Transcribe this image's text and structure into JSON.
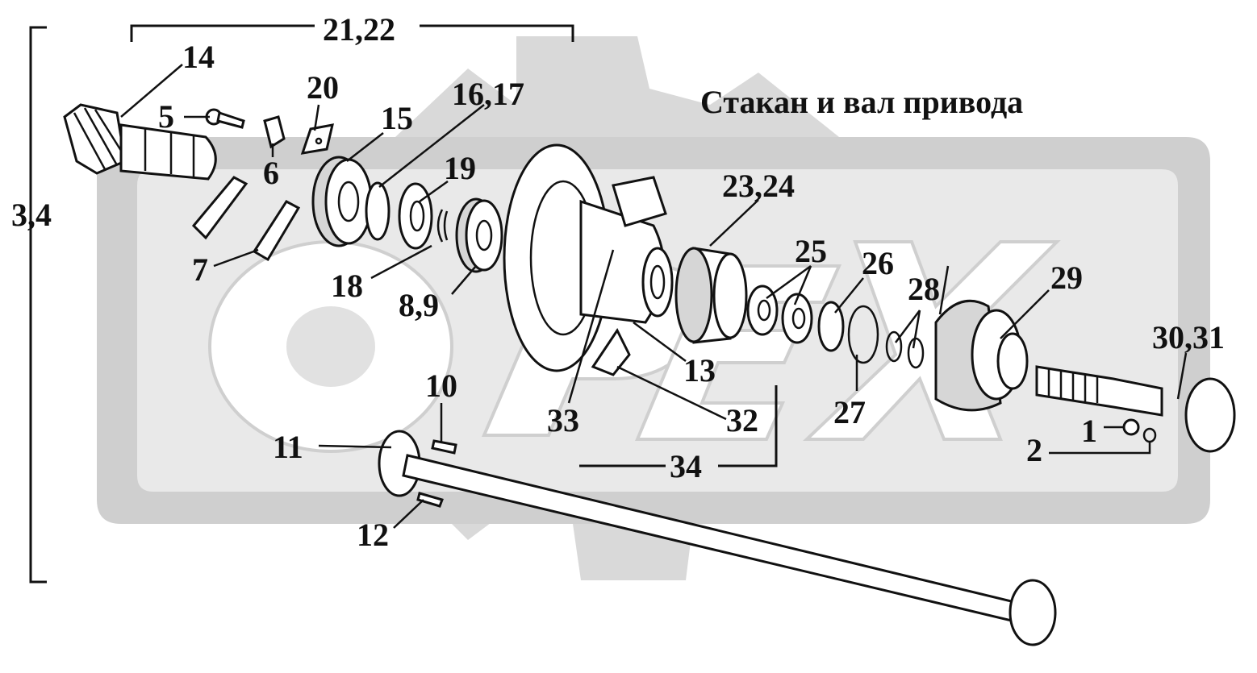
{
  "title": "Стакан и вал привода",
  "labels": {
    "l_3_4": "3,4",
    "l_21_22": "21,22",
    "l_14": "14",
    "l_5": "5",
    "l_20": "20",
    "l_15": "15",
    "l_16_17": "16,17",
    "l_19": "19",
    "l_6": "6",
    "l_7": "7",
    "l_18": "18",
    "l_8_9": "8,9",
    "l_23_24": "23,24",
    "l_25": "25",
    "l_26": "26",
    "l_28": "28",
    "l_29": "29",
    "l_30_31": "30,31",
    "l_13": "13",
    "l_33": "33",
    "l_32": "32",
    "l_27": "27",
    "l_10": "10",
    "l_11": "11",
    "l_12": "12",
    "l_34": "34",
    "l_1": "1",
    "l_2": "2"
  },
  "watermark_text": "OPEX",
  "colors": {
    "watermark": "#d4d4d4",
    "watermark_light": "#e6e6e6",
    "ink": "#111111",
    "background": "#ffffff"
  }
}
